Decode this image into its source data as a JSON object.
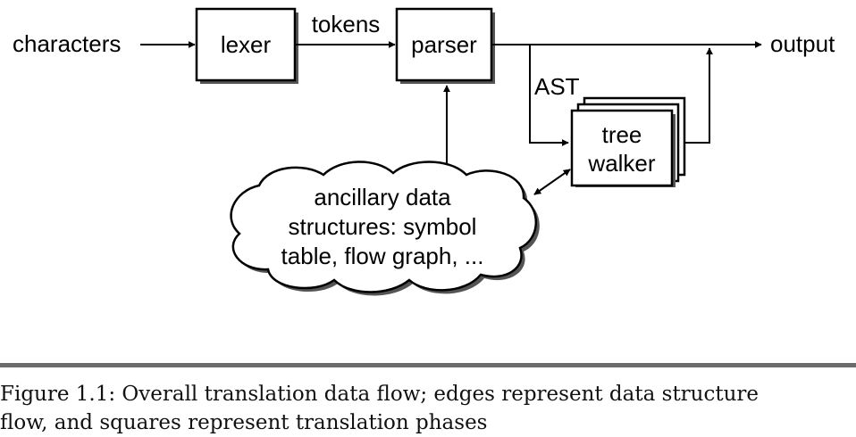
{
  "diagram": {
    "input_label": "characters",
    "lexer_label": "lexer",
    "tokens_label": "tokens",
    "parser_label": "parser",
    "output_label": "output",
    "ast_label": "AST",
    "tree_walker_line1": "tree",
    "tree_walker_line2": "walker",
    "cloud_line1": "ancillary data",
    "cloud_line2": "structures: symbol",
    "cloud_line3": "table, flow graph, ..."
  },
  "caption": {
    "line1": "Figure 1.1: Overall translation data flow; edges represent data structure",
    "line2": "flow, and squares represent translation phases"
  }
}
